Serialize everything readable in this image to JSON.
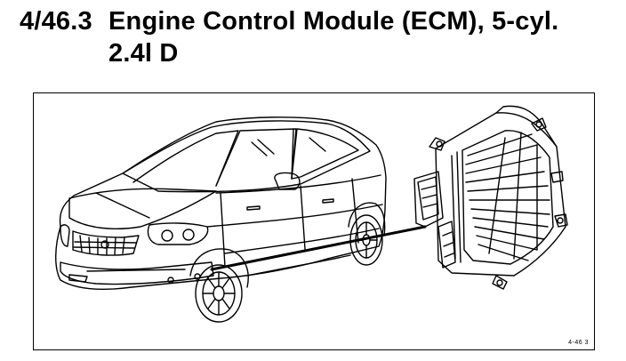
{
  "heading": {
    "section_number": "4/46.3",
    "title_line1": "Engine Control Module (ECM), 5-cyl.",
    "title_line2": "2.4l D"
  },
  "figure": {
    "reference_id": "4-46 3",
    "ink_color": "#000000"
  }
}
